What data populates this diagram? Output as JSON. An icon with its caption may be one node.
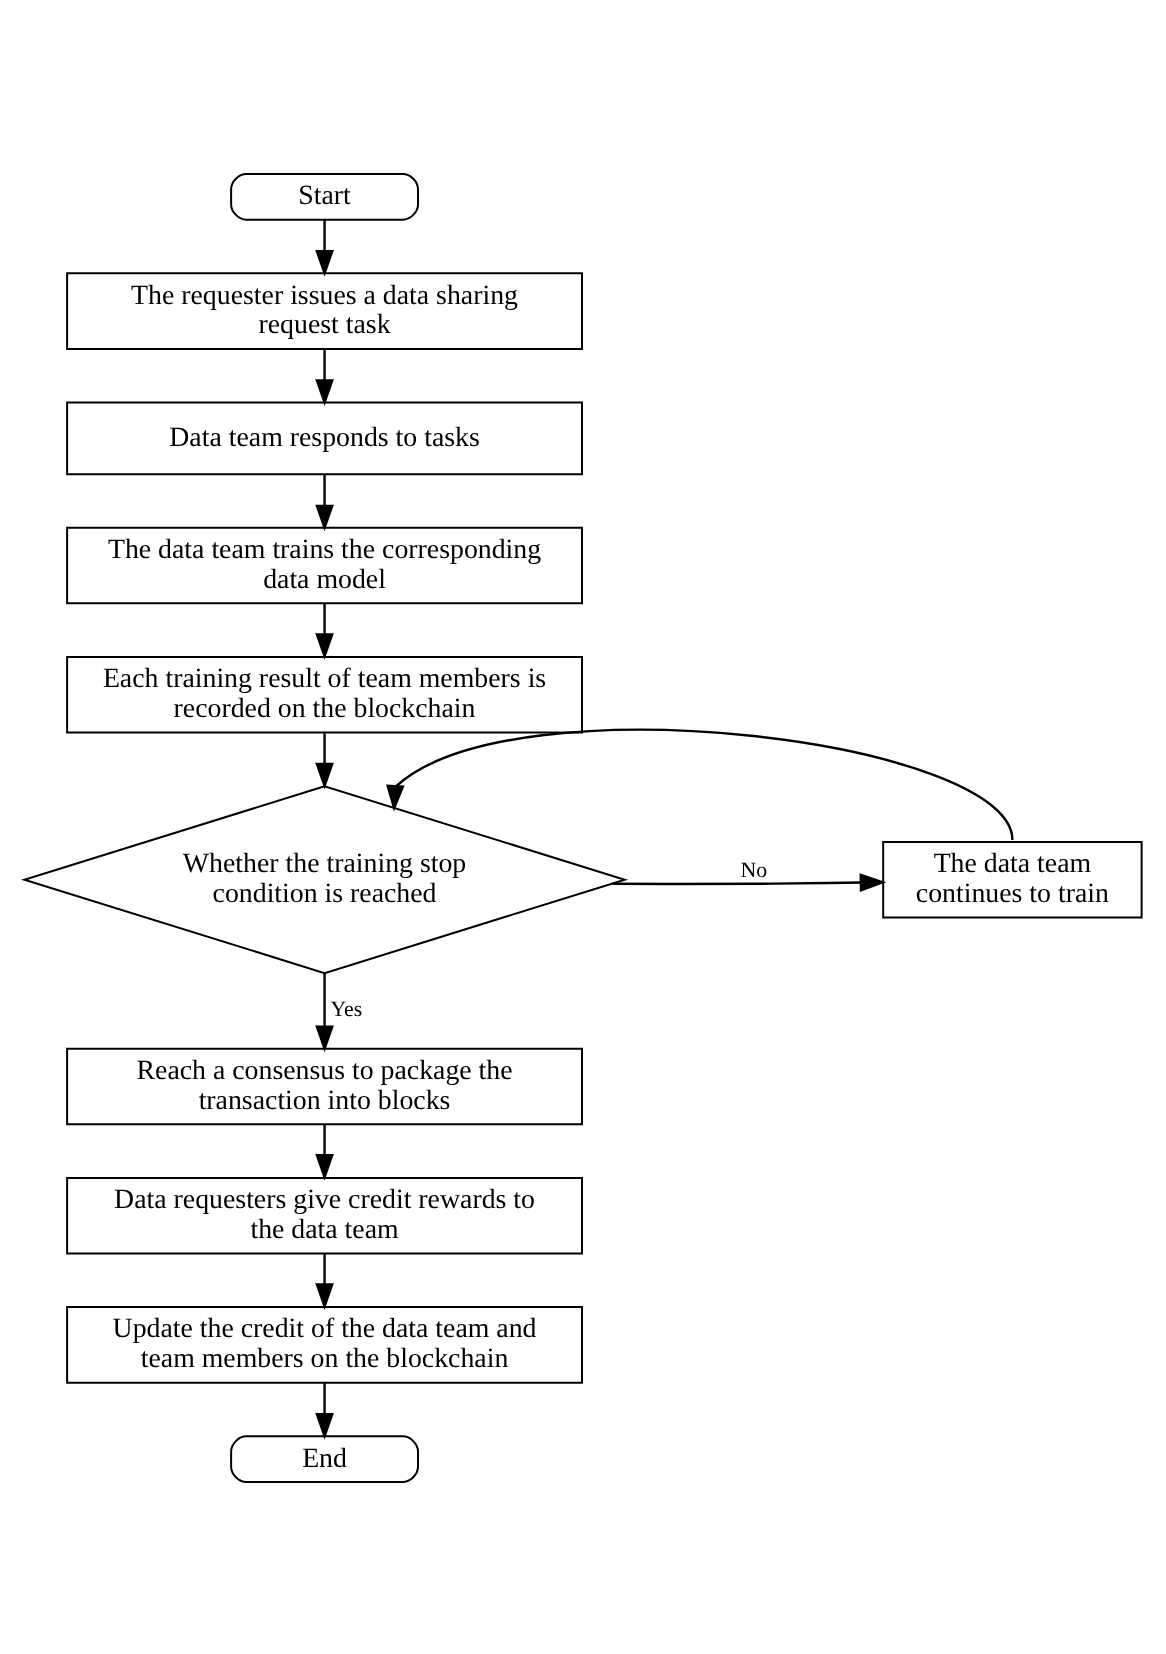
{
  "diagram": {
    "nodes": [
      {
        "text": [
          "Start"
        ]
      },
      {
        "text": [
          "The requester issues a data sharing request task"
        ]
      },
      {
        "text": [
          "Data team responds to tasks"
        ]
      },
      {
        "text": [
          "The data team trains the corresponding data model"
        ]
      },
      {
        "text": [
          "Each training result of team members is recorded on the blockchain"
        ]
      },
      {
        "text": [
          "Whether the training stop condition is reached"
        ]
      },
      {
        "text": [
          "The data team continues to train"
        ]
      },
      {
        "text": [
          "Reach a consensus to package the transaction into blocks"
        ]
      },
      {
        "text": [
          "Data requesters give credit rewards to the data team"
        ]
      },
      {
        "text": [
          "Update the credit of the data team and team members on the blockchain"
        ]
      },
      {
        "text": [
          "End"
        ]
      }
    ],
    "edges": [
      {
        "from": 0,
        "to": 1,
        "arrow": "to"
      },
      {
        "from": 1,
        "to": 2,
        "arrow": "to"
      },
      {
        "from": 2,
        "to": 3,
        "arrow": "to"
      },
      {
        "from": 3,
        "to": 4,
        "arrow": "to"
      },
      {
        "from": 4,
        "to": 5,
        "arrow": "to"
      },
      {
        "from": 5,
        "to": 6,
        "arrow": "to",
        "label": "No"
      },
      {
        "from": 6,
        "to": 5,
        "arrow": "to"
      },
      {
        "from": 5,
        "to": 7,
        "arrow": "to",
        "label": "Yes"
      },
      {
        "from": 7,
        "to": 8,
        "arrow": "to"
      },
      {
        "from": 8,
        "to": 9,
        "arrow": "to"
      },
      {
        "from": 9,
        "to": 10,
        "arrow": "to"
      }
    ]
  }
}
